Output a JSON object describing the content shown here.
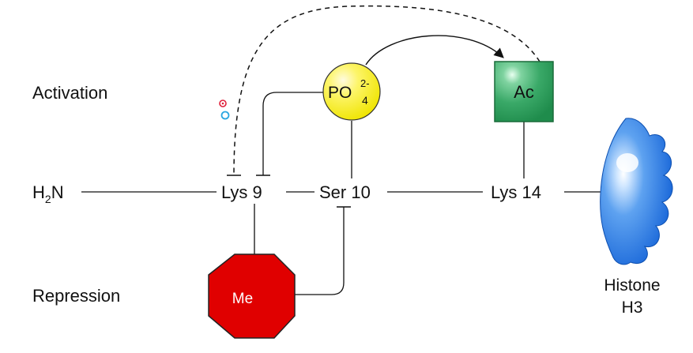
{
  "rows": {
    "activation": "Activation",
    "repression": "Repression"
  },
  "chain": {
    "n_terminus": "H",
    "n_terminus_sub": "2",
    "n_terminus_end": "N",
    "lys9": "Lys 9",
    "ser10": "Ser 10",
    "lys14": "Lys 14"
  },
  "modifications": {
    "phosphate_main": "PO",
    "phosphate_sub": "4",
    "phosphate_sup": "2-",
    "acetyl": "Ac",
    "methyl": "Me"
  },
  "histone": {
    "line1": "Histone",
    "line2": "H3"
  },
  "colors": {
    "phosphate_fill": "#f8f200",
    "acetyl_fill": "#2e9e5e",
    "methyl_fill": "#e00000",
    "histone_fill": "#1e6fd8",
    "cursor_red": "#e0203a",
    "cursor_blue": "#2aa6e0"
  }
}
